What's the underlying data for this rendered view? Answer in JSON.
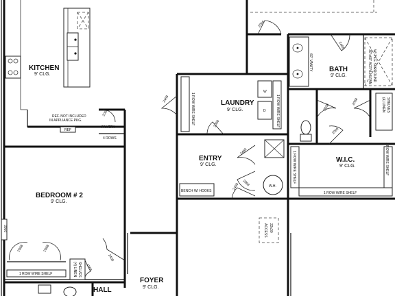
{
  "rooms": {
    "kitchen": {
      "name": "KITCHEN",
      "clg": "9' CLG."
    },
    "laundry": {
      "name": "LAUNDRY",
      "clg": "9' CLG."
    },
    "bath": {
      "name": "BATH",
      "clg": "9' CLG."
    },
    "entry": {
      "name": "ENTRY",
      "clg": "9' CLG."
    },
    "wic": {
      "name": "W.I.C.",
      "clg": "9' CLG."
    },
    "bedroom2": {
      "name": "BEDROOM # 2",
      "clg": "9' CLG."
    },
    "foyer": {
      "name": "FOYER",
      "clg": "9' CLG."
    },
    "hall": {
      "name": "HALL"
    }
  },
  "notes": {
    "ref_note_1": "REF. NOT INCLUDED",
    "ref_note_2": "IN APPLIANCE PKG.",
    "ref": "REF",
    "pantry": "PANTRY",
    "four_rows": "4 ROWS",
    "vanity": "60\" VANITY",
    "shower_1": "30\"x60\" ACRYLIC PAN",
    "shower_2": "W/ TILE SURROUND",
    "linen_1": "(4) LINEN",
    "linen_2": "SHELVES",
    "linen_b1": "(4) LINEN",
    "linen_b2": "SHELVES",
    "wire_shelf_laundry": "1 ROW WIRE SHELF",
    "wire_shelf_w": "1 ROW WIRE SHELF",
    "wire_shelf_wic_left": "1 ROW WIRE SHELF",
    "wire_shelf_wic_bottom": "1 ROW WIRE SHELF",
    "wire_shelf_wic_right": "1 ROW WIRE SHELF",
    "wire_shelf_bedroom": "1 ROW WIRE SHELF",
    "bench": "BENCH W/ HOOKS",
    "wh": "W.H.",
    "washer": "W",
    "dryer": "D",
    "access_1": "22x30",
    "access_2": "ACCESS"
  },
  "door_sizes": {
    "d_top": "2068",
    "d_bath_top": "2468",
    "d_laundry_left": "2468",
    "d_laundry_bottom": "2068",
    "d_bath_side": "2068",
    "d_bath_right": "2068",
    "d_wic": "2068",
    "d_entry_1": "2468",
    "d_entry_2": "2068",
    "d_entry_3": "2468",
    "d_pantry": "2068",
    "d_bed_1": "2068",
    "d_bed_2": "2068",
    "d_bed_3": "2468",
    "d_linen": "1268",
    "d_window": "3050"
  }
}
